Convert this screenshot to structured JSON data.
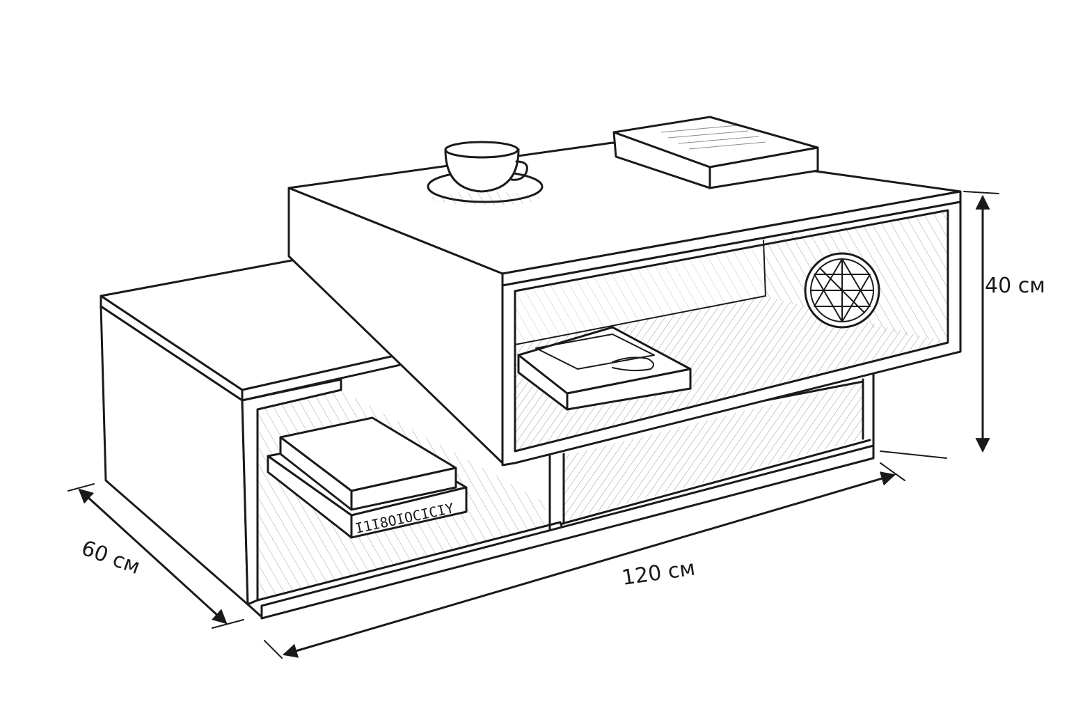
{
  "dimensions": {
    "width_label": "120 см",
    "height_label": "40 см",
    "depth_label": "60 см"
  },
  "book_spine_text": "I1I8OIOCICIY",
  "colors": {
    "ink": "#1a1a1a",
    "paper": "#ffffff"
  }
}
